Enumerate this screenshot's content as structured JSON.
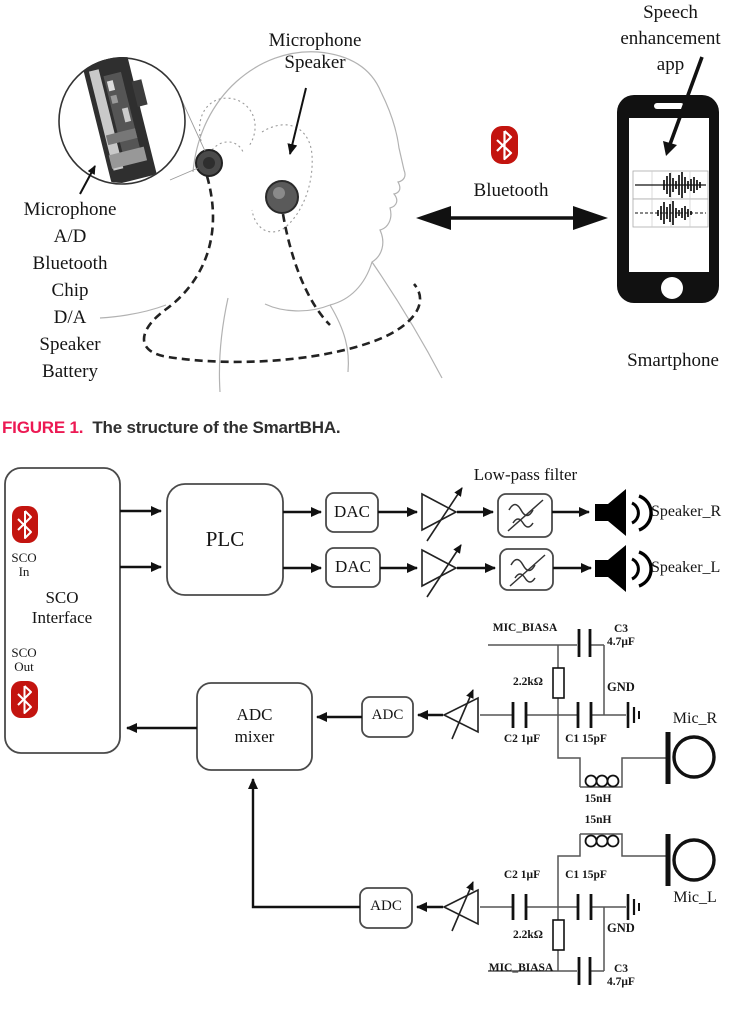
{
  "caption": {
    "label": "FIGURE 1.",
    "text": "The structure of the SmartBHA."
  },
  "illustration": {
    "earbud_label": [
      "Microphone",
      "Speaker"
    ],
    "component_list": [
      "Microphone",
      "A/D",
      "Bluetooth",
      "Chip",
      "D/A",
      "Speaker",
      "Battery"
    ],
    "app_label": [
      "Speech",
      "enhancement",
      "app"
    ],
    "bluetooth_label": "Bluetooth",
    "smartphone_label": "Smartphone",
    "icons": [
      "bluetooth-icon",
      "smartphone-icon",
      "magnifier-circle",
      "earbud",
      "waveform"
    ]
  },
  "diagram": {
    "sco_in": [
      "SCO",
      "In"
    ],
    "sco_out": [
      "SCO",
      "Out"
    ],
    "sco_interface": [
      "SCO",
      "Interface"
    ],
    "plc": "PLC",
    "dac_r": "DAC",
    "dac_l": "DAC",
    "low_pass_filter": "Low-pass filter",
    "speaker_r": "Speaker_R",
    "speaker_l": "Speaker_L",
    "adc_mixer": [
      "ADC",
      "mixer"
    ],
    "adc_r": "ADC",
    "adc_l": "ADC",
    "right_channel": {
      "mic_bias": "MIC_BIASA",
      "c3": [
        "C3",
        "4.7μF"
      ],
      "resistor": "2.2kΩ",
      "gnd": "GND",
      "c2": "C2 1μF",
      "c1": "C1 15pF",
      "inductor": "15nH",
      "mic": "Mic_R"
    },
    "left_channel": {
      "mic_bias": "MIC_BIASA",
      "c3": [
        "C3",
        "4.7μF"
      ],
      "resistor": "2.2kΩ",
      "gnd": "GND",
      "c2": "C2 1μF",
      "c1": "C1 15pF",
      "inductor": "15nH",
      "mic": "Mic_L"
    }
  },
  "colors": {
    "bluetooth_red": "#c3140f",
    "caption_accent": "#ec1953",
    "line_dark": "#111111",
    "box_border": "#4a4a4a"
  }
}
